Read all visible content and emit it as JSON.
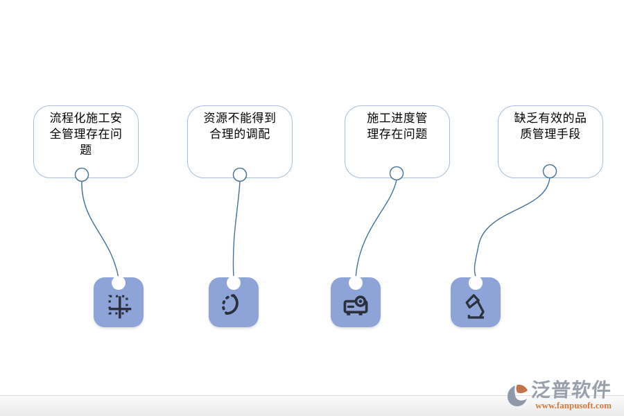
{
  "nodes": [
    {
      "label": "流程化施工安\n全管理存在问\n题",
      "icon": "grid-borders-icon"
    },
    {
      "label": "资源不能得到\n合理的调配",
      "icon": "dashed-circle-icon"
    },
    {
      "label": "施工进度管\n理存在问题",
      "icon": "projector-icon"
    },
    {
      "label": "缺乏有效的品\n质管理手段",
      "icon": "desk-lamp-icon"
    }
  ],
  "footer": {
    "brand_name": "泛普软件",
    "website": "www.fanpusoft.com"
  },
  "colors": {
    "background": "#ffffff",
    "box_border": "#a6bdda",
    "connector": "#41719c",
    "anchor_ring": "#4d759c",
    "tile": "#8ea4d9",
    "glyph": "#2b313c",
    "brand_text": "#98a0ac",
    "brand_orange": "#c4724a",
    "url_text": "#d5793c",
    "footer_top": "#fbfbfb",
    "footer_bottom": "#e9e9ea"
  }
}
